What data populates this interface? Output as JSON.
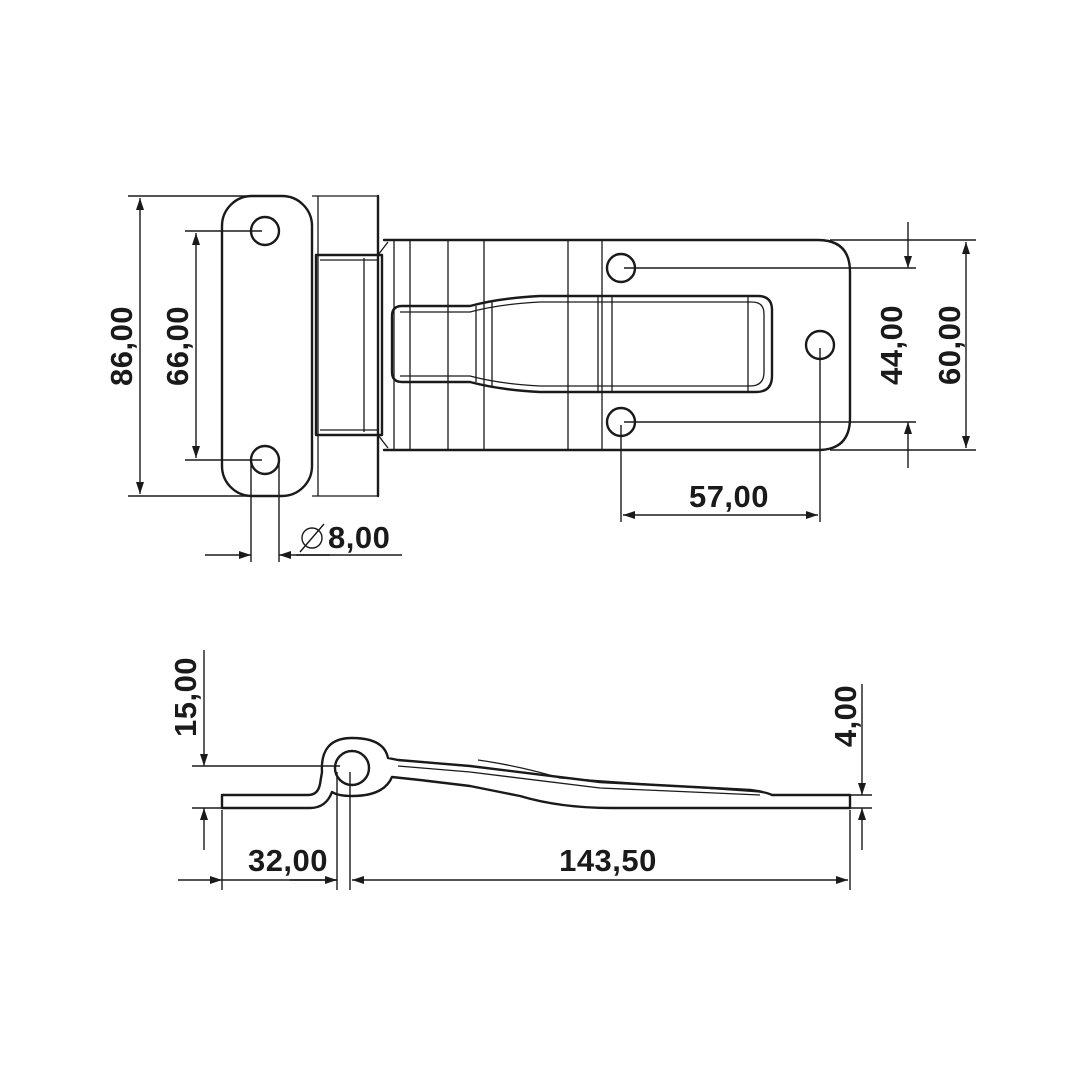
{
  "dimensions": {
    "overall_height": "86,00",
    "hole_spacing_vertical": "66,00",
    "strap_hole_spacing": "44,00",
    "strap_width": "60,00",
    "strap_hole_offset": "57,00",
    "hole_diameter": "8,00",
    "knuckle_height": "15,00",
    "plate_thickness": "4,00",
    "leaf_length_left": "32,00",
    "strap_length": "143,50"
  },
  "diameter_symbol": "⌀"
}
